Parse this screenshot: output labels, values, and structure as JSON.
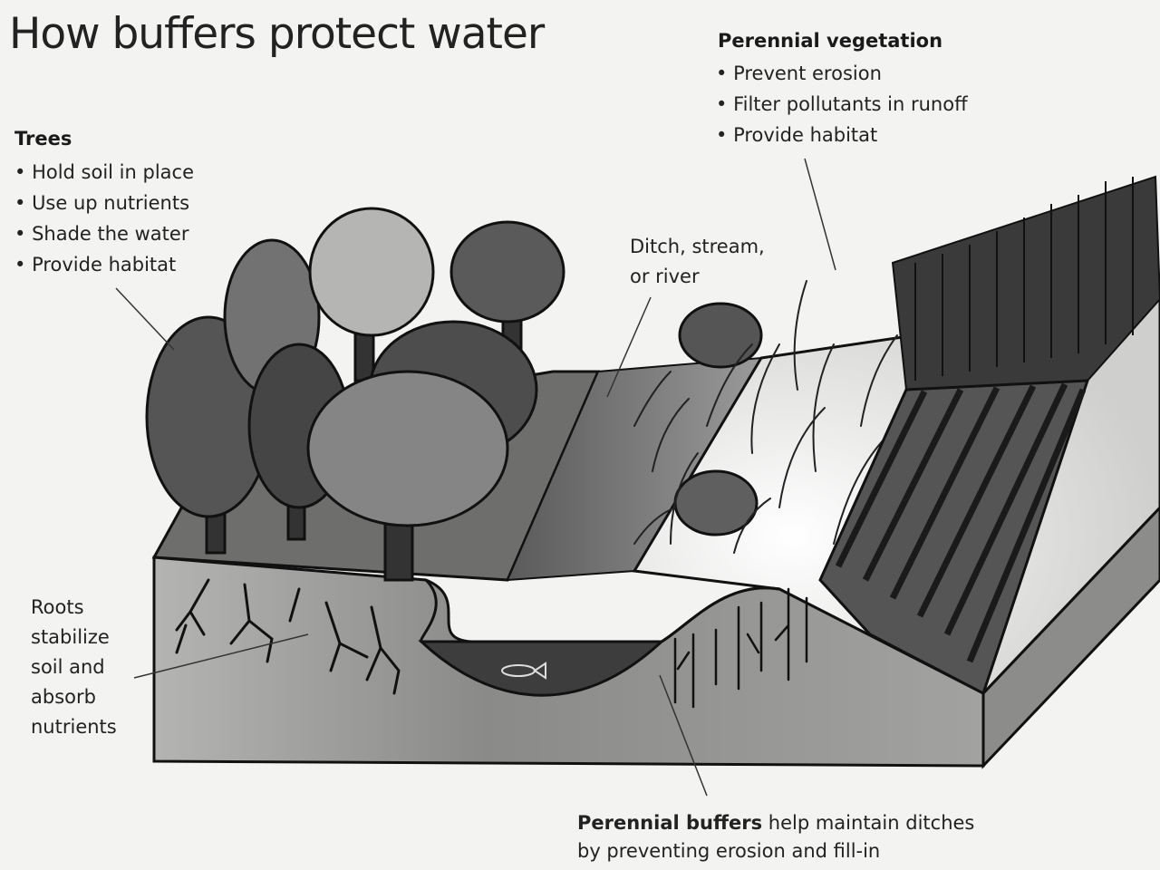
{
  "title": "How buffers protect water",
  "trees": {
    "heading": "Trees",
    "bullets": [
      "Hold soil in place",
      "Use up nutrients",
      "Shade the water",
      "Provide habitat"
    ]
  },
  "perennial_vegetation": {
    "heading": "Perennial vegetation",
    "bullets": [
      "Prevent erosion",
      "Filter pollutants in runoff",
      "Provide habitat"
    ]
  },
  "ditch_label": [
    "Ditch, stream,",
    "or river"
  ],
  "roots_label": [
    "Roots",
    "stabilize",
    "soil and",
    "absorb",
    "nutrients"
  ],
  "buffers_note": {
    "bold": "Perennial buffers",
    "rest_line1": " help maintain ditches",
    "line2": "by preventing erosion and fill-in"
  }
}
